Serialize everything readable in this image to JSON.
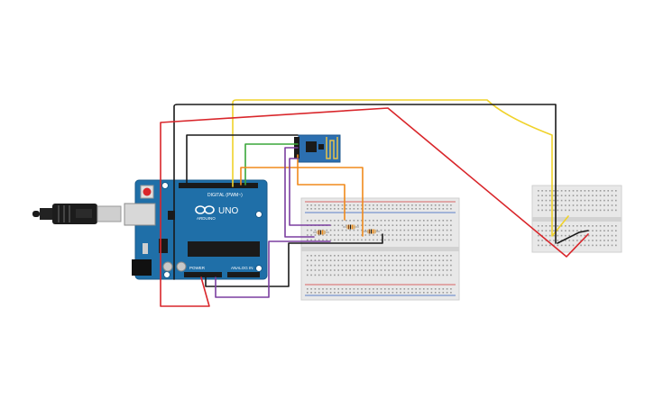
{
  "colors": {
    "background": "#ffffff",
    "arduino_board": "#1f6fa8",
    "arduino_dark": "#185a8a",
    "breadboard": "#e8e8e8",
    "breadboard_hole": "#9a9a9a",
    "rail_red": "#d23a3a",
    "rail_blue": "#2f5fbf",
    "esp_board": "#2c6fb0",
    "wire_black": "#1a1a1a",
    "wire_red": "#d9262b",
    "wire_yellow": "#f0d22a",
    "wire_green": "#3aa63a",
    "wire_orange": "#f08a1c",
    "wire_purple": "#7b3fa0"
  },
  "arduino": {
    "model_label": "UNO",
    "brand_label": "ARDUINO",
    "digital_header_label": "DIGITAL (PWM~)",
    "power_header_label": "POWER",
    "analog_header_label": "ANALOG IN"
  },
  "icons": {
    "usb_plug": "usb-plug-icon",
    "reset_button": "reset-button-icon",
    "arduino_logo": "infinity-logo-icon"
  }
}
